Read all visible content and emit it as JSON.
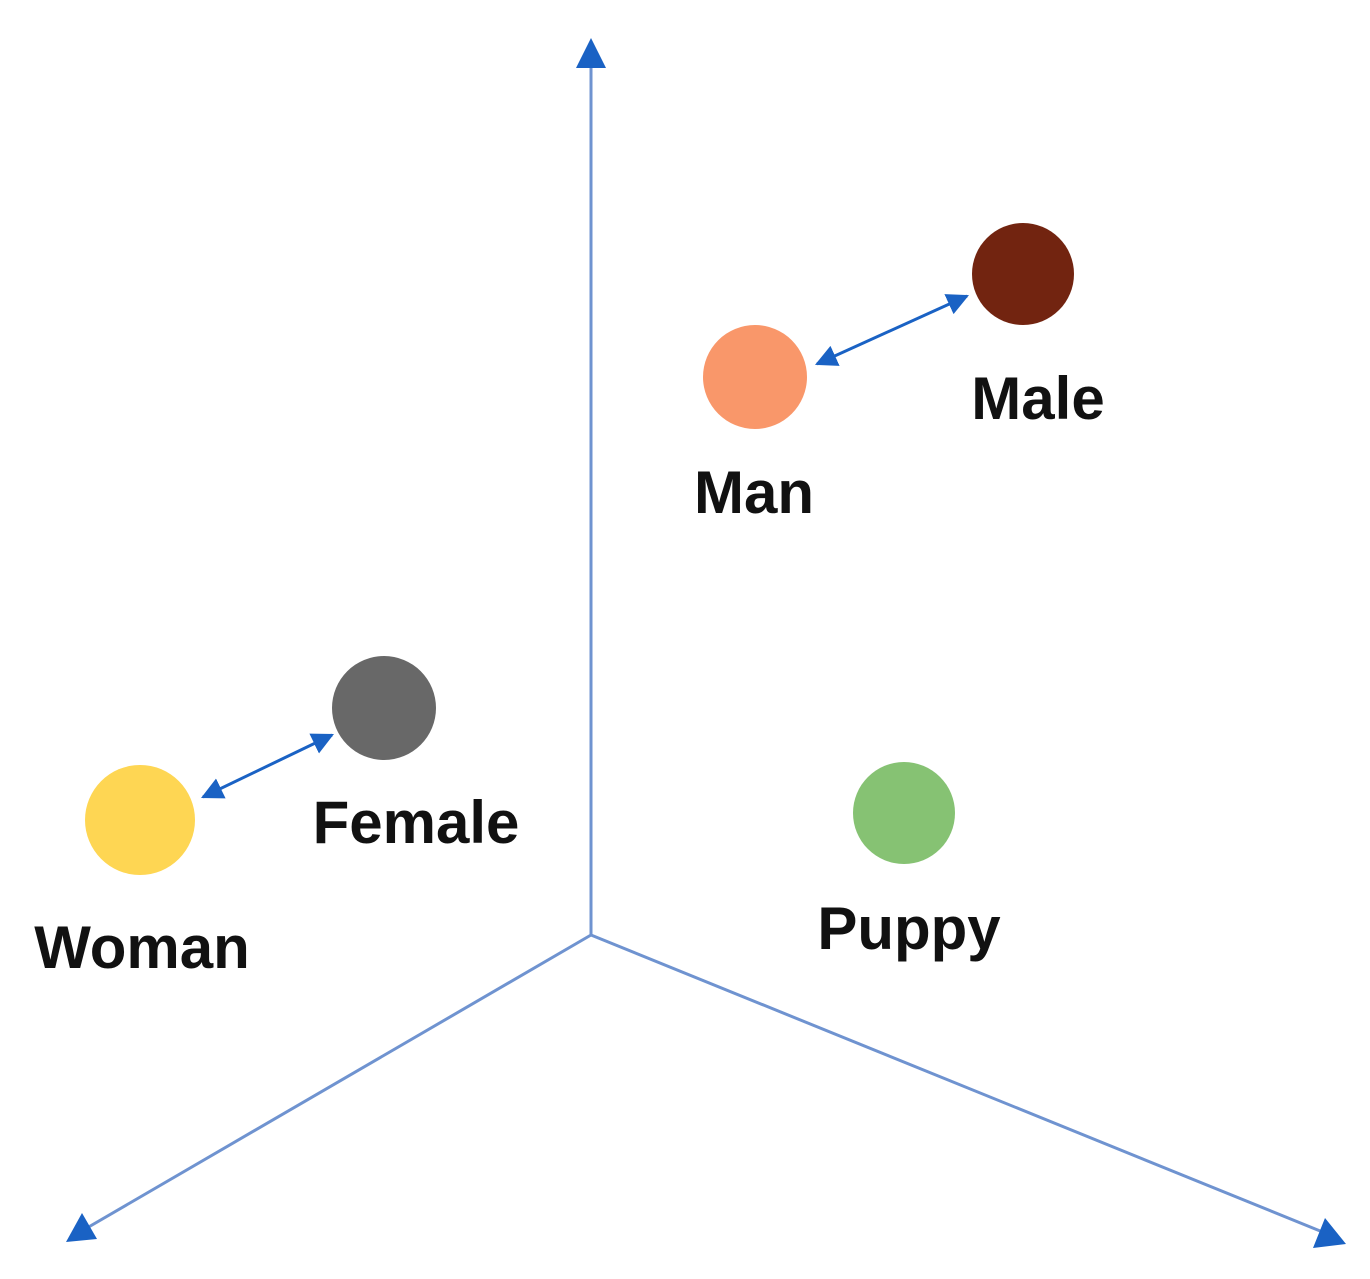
{
  "diagram": {
    "axis_color": "#6f93d0",
    "arrow_color": "#1a62c4",
    "nodes": [
      {
        "id": "woman",
        "label": "Woman",
        "color": "#fed653"
      },
      {
        "id": "female",
        "label": "Female",
        "color": "#686868"
      },
      {
        "id": "man",
        "label": "Man",
        "color": "#f9976a"
      },
      {
        "id": "male",
        "label": "Male",
        "color": "#722410"
      },
      {
        "id": "puppy",
        "label": "Puppy",
        "color": "#86c273"
      }
    ],
    "links": [
      {
        "from": "woman",
        "to": "female"
      },
      {
        "from": "man",
        "to": "male"
      }
    ]
  }
}
